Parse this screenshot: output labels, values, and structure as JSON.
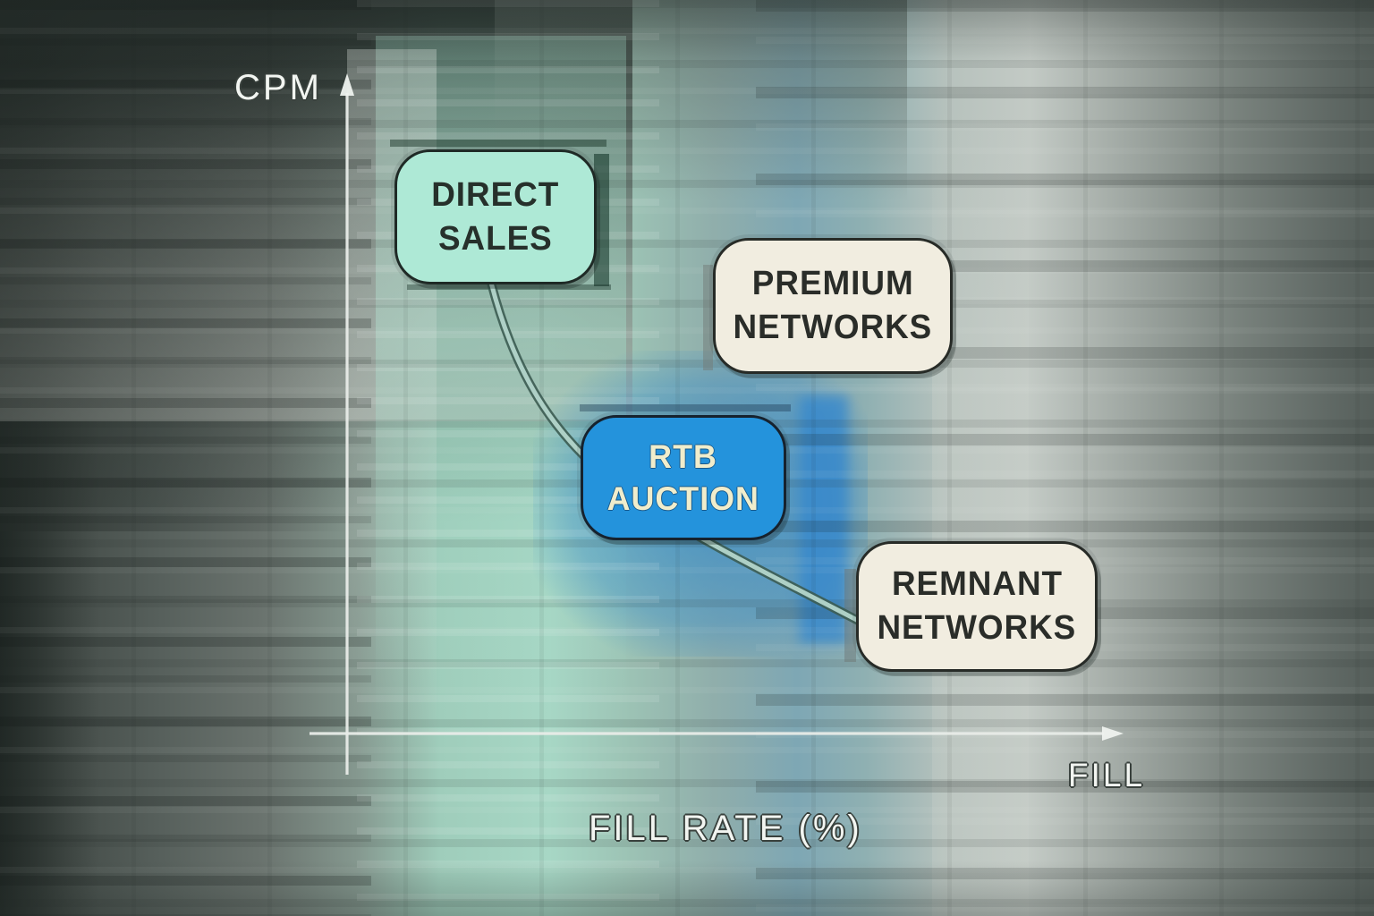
{
  "diagram": {
    "y_axis_label": "CPM",
    "x_axis_label": "FILL",
    "x_axis_caption": "FILL RATE (%)",
    "nodes": [
      {
        "name": "direct-sales",
        "line1": "DIRECT",
        "line2": "SALES",
        "fill": "#aee9d6",
        "border": "#1f2a26",
        "text": "#26302b"
      },
      {
        "name": "premium-networks",
        "line1": "PREMIUM",
        "line2": "NETWORKS",
        "fill": "#f1ede0",
        "border": "#272b27",
        "text": "#2a2d29"
      },
      {
        "name": "rtb-auction",
        "line1": "RTB",
        "line2": "AUCTION",
        "fill": "#2493dc",
        "border": "#16222e",
        "text": "#f0edcc"
      },
      {
        "name": "remnant-networks",
        "line1": "REMNANT",
        "line2": "NETWORKS",
        "fill": "#f1ede0",
        "border": "#272b27",
        "text": "#2a2d29"
      }
    ],
    "colors": {
      "curve_core": "#aed0c6",
      "curve_edge": "#3c5c52",
      "axis": "#e8ece8",
      "mint_band": "#a7d7c5",
      "blue_glow": "#2d88cc",
      "label_text": "#f2f5f1",
      "label_outline": "#39413d"
    }
  }
}
